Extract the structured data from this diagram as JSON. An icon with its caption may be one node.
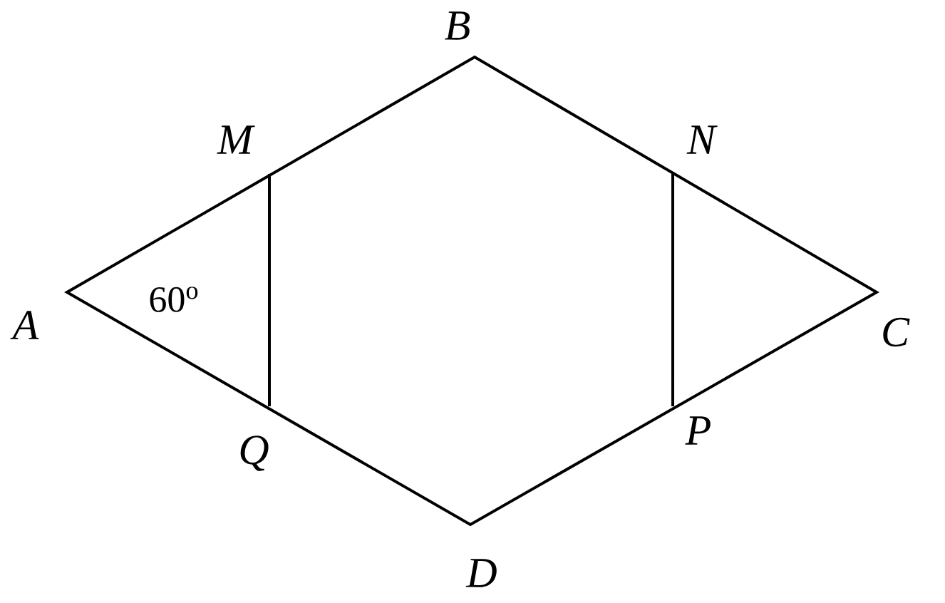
{
  "diagram": {
    "labels": [
      "B",
      "M",
      "N",
      "A",
      "60$^{o}$",
      "C",
      "Q",
      "P",
      "D"
    ]
  }
}
